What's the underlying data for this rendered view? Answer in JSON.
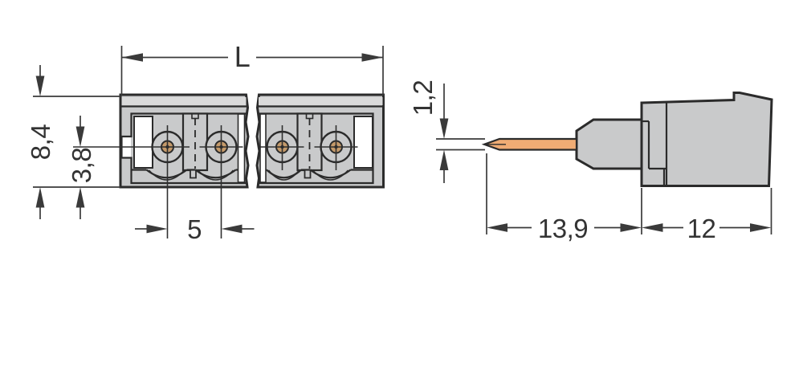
{
  "drawing": {
    "kind": "technical-dimension-drawing",
    "dimensions": {
      "total_length": "L",
      "housing_height": "8,4",
      "pin_axis_offset": "3,8",
      "pin_pitch": "5",
      "pin_thickness": "1,2",
      "pin_protrusion": "13,9",
      "housing_depth": "12"
    },
    "colors": {
      "background": "#ffffff",
      "outline": "#2b2b2b",
      "dimension_lines": "#3a3a3a",
      "housing_gray": "#c9cacb",
      "top_band_gray": "#dadada",
      "pin_copper": "#f0ac74",
      "screw_center_brass": "#c49a6a",
      "cavity_white": "#ffffff"
    }
  }
}
